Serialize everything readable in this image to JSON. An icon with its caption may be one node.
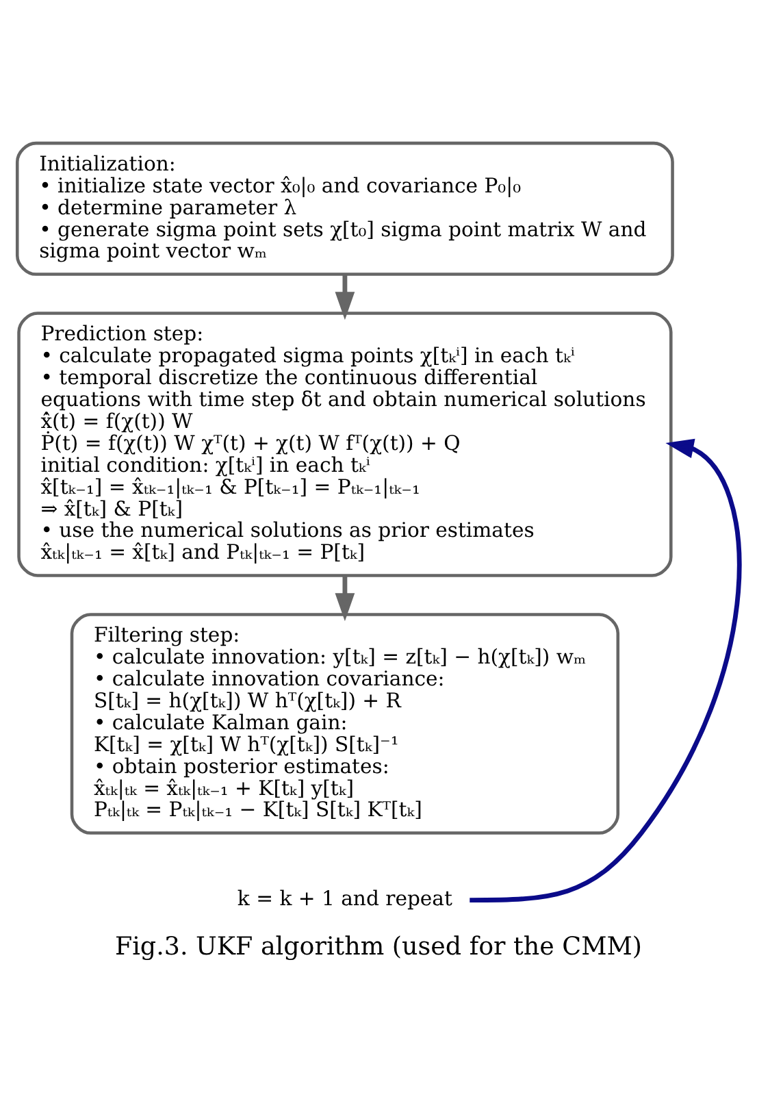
{
  "diagram": {
    "caption": "Fig.3. UKF algorithm (used for the CMM)",
    "nodes": [
      {
        "text": [
          "Initialization:",
          "• initialize state vector x̂₀|₀ and covariance P₀|₀",
          "• determine parameter λ",
          "• generate sigma point sets χ[t₀] sigma point matrix W and sigma point vector wₘ"
        ]
      },
      {
        "text": [
          "Prediction step:",
          "• calculate propagated sigma points χ[tₖⁱ] in each tₖⁱ",
          "• temporal discretize the continuous differential equations with time step δt and obtain numerical solutions",
          "x̂̇(t) = f(χ(t)) W",
          "Ṗ(t) = f(χ(t)) W χᵀ(t) + χ(t) W fᵀ(χ(t)) + Q",
          "initial condition: χ[tₖⁱ] in each tₖⁱ",
          "x̂[tₖ₋₁] = x̂ₜₖ₋₁|ₜₖ₋₁ & P[tₖ₋₁] = Pₜₖ₋₁|ₜₖ₋₁",
          "⇒ x̂[tₖ] & P[tₖ]",
          "• use the numerical solutions as prior estimates",
          "x̂ₜₖ|ₜₖ₋₁ = x̂[tₖ] and Pₜₖ|ₜₖ₋₁ = P[tₖ]"
        ]
      },
      {
        "text": [
          "Filtering step:",
          "• calculate innovation: y[tₖ] = z[tₖ] − h(χ[tₖ]) wₘ",
          "• calculate innovation covariance:",
          "S[tₖ] = h(χ[tₖ]) W hᵀ(χ[tₖ]) + R",
          "• calculate Kalman gain:",
          "K[tₖ] = χ[tₖ] W hᵀ(χ[tₖ]) S[tₖ]⁻¹",
          "• obtain posterior estimates:",
          "x̂ₜₖ|ₜₖ = x̂ₜₖ|ₜₖ₋₁ + K[tₖ] y[tₖ]",
          "Pₜₖ|ₜₖ = Pₜₖ|ₜₖ₋₁ − K[tₖ] S[tₖ] Kᵀ[tₖ]"
        ]
      },
      {
        "text": [
          "k = k + 1 and repeat"
        ]
      }
    ],
    "edges": [
      {
        "from": 0,
        "to": 1,
        "arrow": "to"
      },
      {
        "from": 1,
        "to": 2,
        "arrow": "to"
      },
      {
        "from": 3,
        "to": 1,
        "arrow": "to",
        "color": "#0b0b8a"
      }
    ]
  }
}
